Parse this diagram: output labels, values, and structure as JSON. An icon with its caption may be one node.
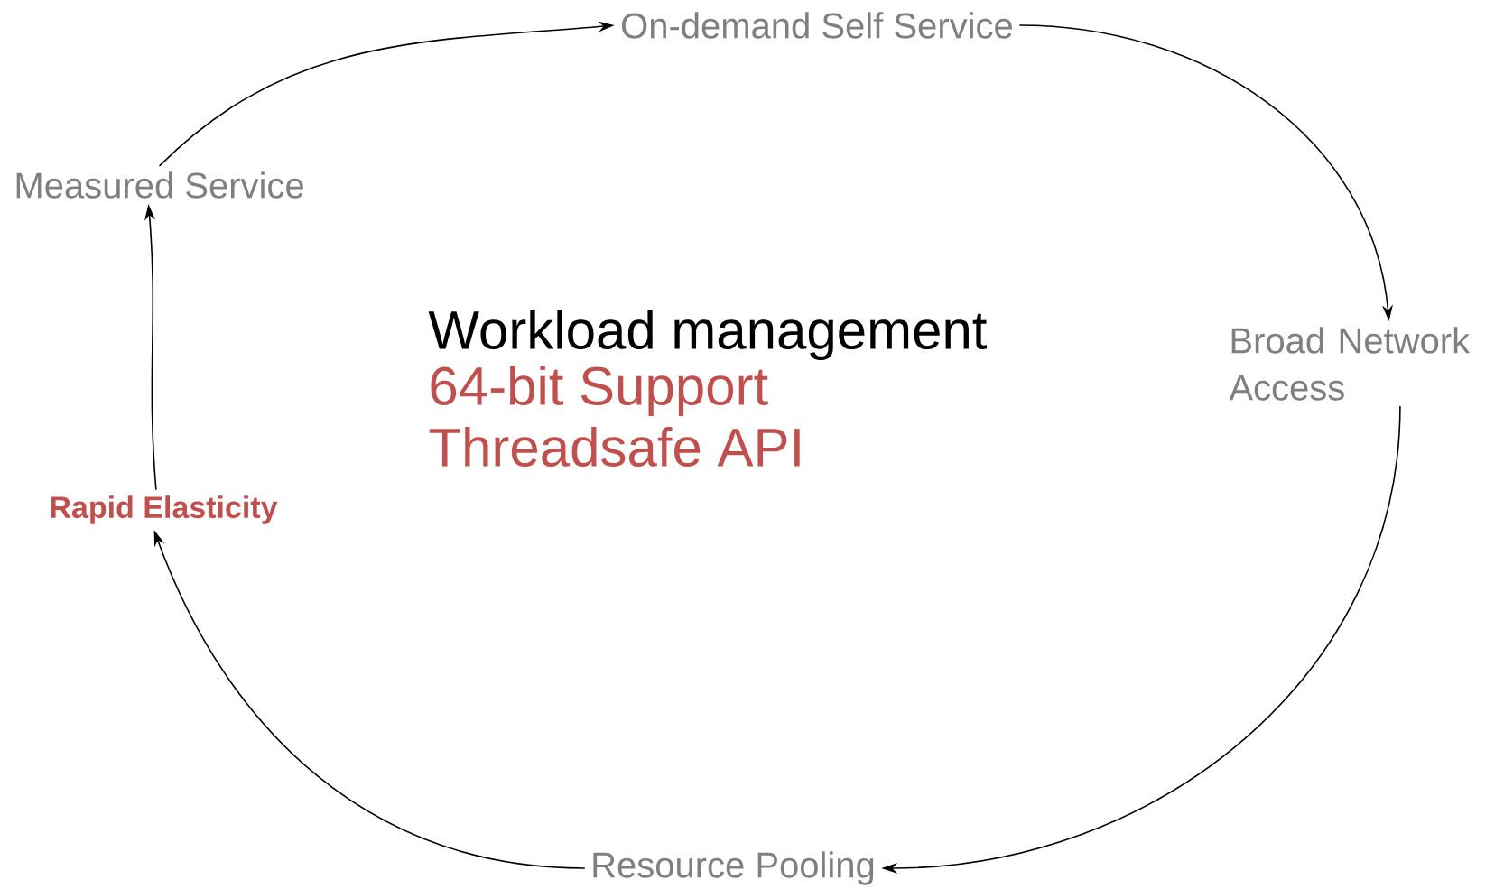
{
  "diagram": {
    "nodes": [
      {
        "text": [
          "On-demand Self Service"
        ]
      },
      {
        "text": [
          "Broad Network Access"
        ]
      },
      {
        "text": [
          "Resource Pooling"
        ]
      },
      {
        "text": [
          "**Rapid Elasticity**"
        ]
      },
      {
        "text": [
          "Measured Service"
        ]
      }
    ],
    "edges": [
      {
        "from": 4,
        "to": 0,
        "arrow": "to"
      },
      {
        "from": 0,
        "to": 1,
        "arrow": "to"
      },
      {
        "from": 1,
        "to": 2,
        "arrow": "to"
      },
      {
        "from": 2,
        "to": 3,
        "arrow": "to"
      },
      {
        "from": 3,
        "to": 4,
        "arrow": "to"
      }
    ],
    "labels": [
      "Workload management",
      "64-bit Support",
      "Threadsafe API"
    ]
  }
}
